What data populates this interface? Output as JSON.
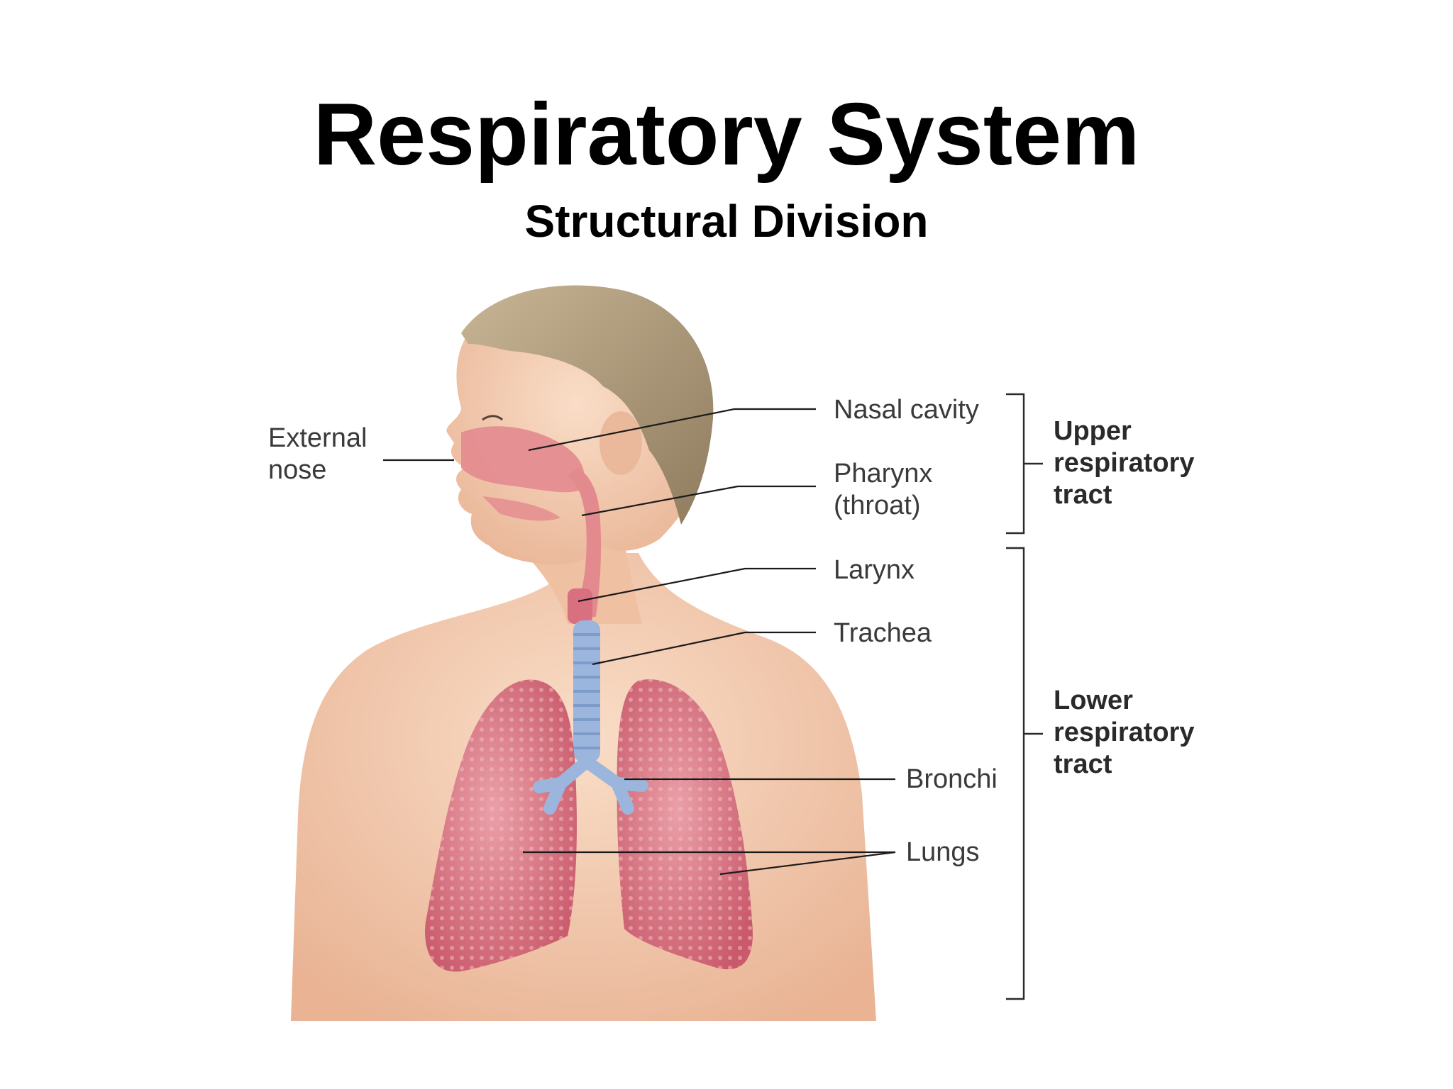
{
  "title": "Respiratory System",
  "subtitle": "Structural Division",
  "labels": {
    "external_nose_1": "External",
    "external_nose_2": "nose",
    "nasal_cavity": "Nasal cavity",
    "pharynx_1": "Pharynx",
    "pharynx_2": "(throat)",
    "larynx": "Larynx",
    "trachea": "Trachea",
    "bronchi": "Bronchi",
    "lungs": "Lungs"
  },
  "groups": {
    "upper_1": "Upper",
    "upper_2": "respiratory",
    "upper_3": "tract",
    "lower_1": "Lower",
    "lower_2": "respiratory",
    "lower_3": "tract"
  },
  "colors": {
    "skin": "#f2c9ae",
    "hair": "#b5a283",
    "airway": "#e38a8f",
    "lung": "#d9707f",
    "cartilage": "#9bb5dc"
  }
}
